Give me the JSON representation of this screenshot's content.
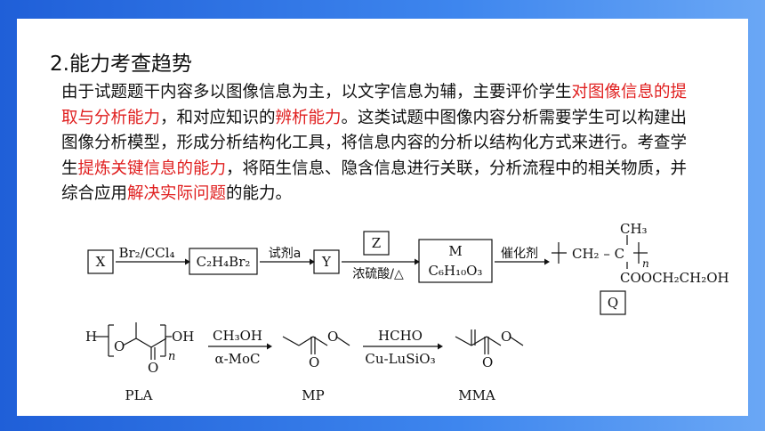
{
  "section": {
    "title": "2.能力考查趋势",
    "para": {
      "s1": "由于试题题干内容多以图像信息为主，以文字信息为辅，主要评价学生",
      "h1": "对图像信息的提取与分析能力",
      "s2": "，和对应知识的",
      "h2": "辨析能力",
      "s3": "。这类试题中图像内容分析需要学生可以构建出图像分析模型，形成分析结构化工具，将信息内容的分析以结构化方式来进行。考查学生",
      "h3": "提炼关键信息的能力",
      "s4": "，将陌生信息、隐含信息进行关联，分析流程中的相关物质，并综合应用",
      "h4": "解决实际问题",
      "s5": "的能力。"
    }
  },
  "scheme1": {
    "x": "X",
    "reagent1": "Br₂/CCl₄",
    "c2h4br2": "C₂H₄Br₂",
    "reagent2": "试剂a",
    "y": "Y",
    "z": "Z",
    "cond3": "浓硫酸/△",
    "m": "M",
    "m_formula": "C₆H₁₀O₃",
    "catalyst": "催化剂",
    "poly_chain": "CH₂ – C",
    "ch3": "CH₃",
    "n": "n",
    "side_chain": "COOCH₂CH₂OH",
    "q": "Q"
  },
  "scheme2": {
    "h": "H",
    "o_ring": "O",
    "oh": "OH",
    "n": "n",
    "carbonyl_o": "O",
    "step1_top": "CH₃OH",
    "step1_bottom": "α-MoC",
    "mp_o": "O",
    "mp_carbonyl_o": "O",
    "step2_top": "HCHO",
    "step2_bottom": "Cu-LuSiO₃",
    "mma_o": "O",
    "mma_carbonyl_o": "O",
    "label_pla": "PLA",
    "label_mp": "MP",
    "label_mma": "MMA"
  }
}
